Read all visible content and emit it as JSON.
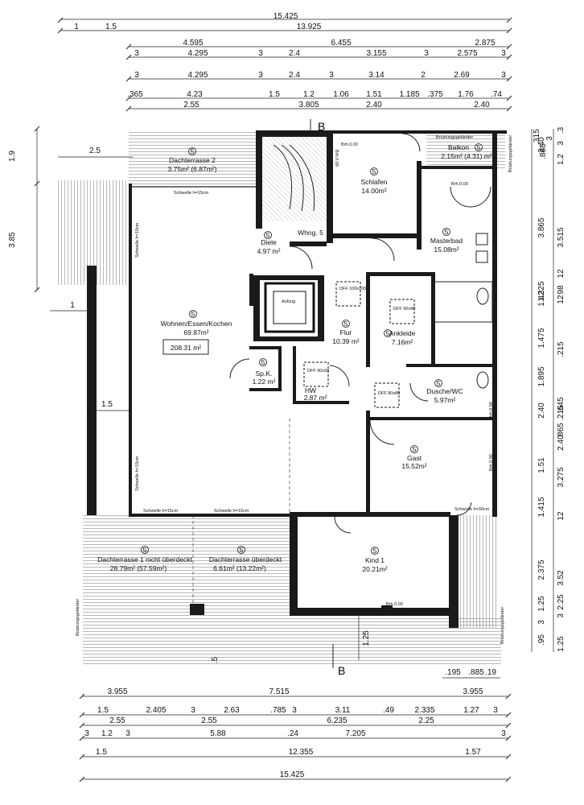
{
  "rooms": {
    "dachterrasse2": {
      "name": "Dachterrasse 2",
      "area": "3.75m² (6.87m²)"
    },
    "schlafen": {
      "name": "Schlafen",
      "area": "14.00m²"
    },
    "balkon": {
      "name": "Balkon",
      "area": "2.15m² (4.31) m²"
    },
    "masterbad": {
      "name": "Masterbad",
      "area": "15.08m²"
    },
    "diele": {
      "name": "Diele",
      "area": "4.97 m²"
    },
    "whng": {
      "name": "Whng. 5"
    },
    "wohnen": {
      "name": "Wohnen/Essen/Kochen",
      "area": "69.87m²",
      "total": "208.31 m²"
    },
    "flur": {
      "name": "Flur",
      "area": "10.39 m²"
    },
    "ankleide": {
      "name": "Ankleide",
      "area": "7.16m²"
    },
    "spk": {
      "name": "Sp.K.",
      "area": "1.22 m²"
    },
    "hw": {
      "name": "HW",
      "area": "2.87 m²"
    },
    "dusche": {
      "name": "Dusche/WC",
      "area": "5.97m²"
    },
    "gast": {
      "name": "Gast",
      "area": "15.52m²"
    },
    "kind1": {
      "name": "Kind 1",
      "area": "20.21m²"
    },
    "dt1": {
      "name": "Dachterrasse 1 nicht überdeckt",
      "area": "28.79m² (57.59m²)"
    },
    "dtu": {
      "name": "Dachterrasse überdeckt",
      "area": "6.61m² (13.22m²)"
    }
  },
  "room_number": "5",
  "labels": {
    "schwelle15": "Schwelle h=15cm",
    "schwelle30": "Schwelle h=30cm",
    "bruestung": "Brüstungsgeländer",
    "aufzug": "Aufzug",
    "dff100": "DFF 100x100",
    "dff90": "DFF 90x90",
    "dff80": "DFF 80x80",
    "brh": "Brh.0.00",
    "brh142": "Brh 1.42",
    "schnitt": "B"
  },
  "dimensions": {
    "top": [
      [
        "15.425"
      ],
      [
        "1",
        "1.5",
        "13.925"
      ],
      [
        "4.595",
        "6.455",
        "2.875"
      ],
      [
        "3",
        "4.295",
        "3",
        "2.4",
        "3.155",
        "3",
        "2.575",
        "3"
      ],
      [
        "3",
        "4.295",
        "3",
        "2.4",
        "3",
        "3.14",
        "2",
        "2.69",
        "3"
      ],
      [
        ".365",
        "4.23",
        "1.5",
        "1.2",
        "1.06",
        "1.51",
        "1.185",
        ".375",
        "1.76",
        ".74"
      ],
      [
        "2.55",
        "3.805",
        "2.40",
        "2.40"
      ]
    ],
    "bottom": [
      [
        "3.955",
        "7.515",
        "3.955"
      ],
      [
        "1.5",
        "2.405",
        "3",
        "2.63",
        ".785",
        "3",
        "3.11",
        ".49",
        "2.335",
        "1.27",
        "3"
      ],
      [
        "2.55",
        "2.55",
        "6.235",
        "2.25"
      ],
      [
        "3",
        "1.2",
        "3",
        "5.88",
        ".24",
        "7.205",
        "3"
      ],
      [
        "1.5",
        "12.355",
        "1.57"
      ],
      [
        "15.425"
      ]
    ],
    "bottom_top": [
      ".195",
      ".885",
      ".19"
    ],
    "left": [
      "1.9",
      "2.5",
      "3.85",
      "1",
      "1.5",
      "1.25",
      ".5"
    ],
    "right_inner": [
      "2.40",
      "3.865",
      "1.325",
      "1.42",
      "1.475",
      "1.895",
      "2.40",
      "1.51",
      "1.415",
      "2.375",
      "1.25",
      "3",
      ".95"
    ],
    "right_outer": [
      ".3",
      "1.2",
      "3",
      "3.515",
      "12",
      "98",
      "12",
      ".215",
      ".215",
      ".865",
      ".645",
      "2.40",
      "3.275",
      "12",
      "3.52",
      "2.25",
      "1.25",
      "3"
    ],
    "right_top": [
      ".315",
      ".885",
      "3"
    ]
  }
}
